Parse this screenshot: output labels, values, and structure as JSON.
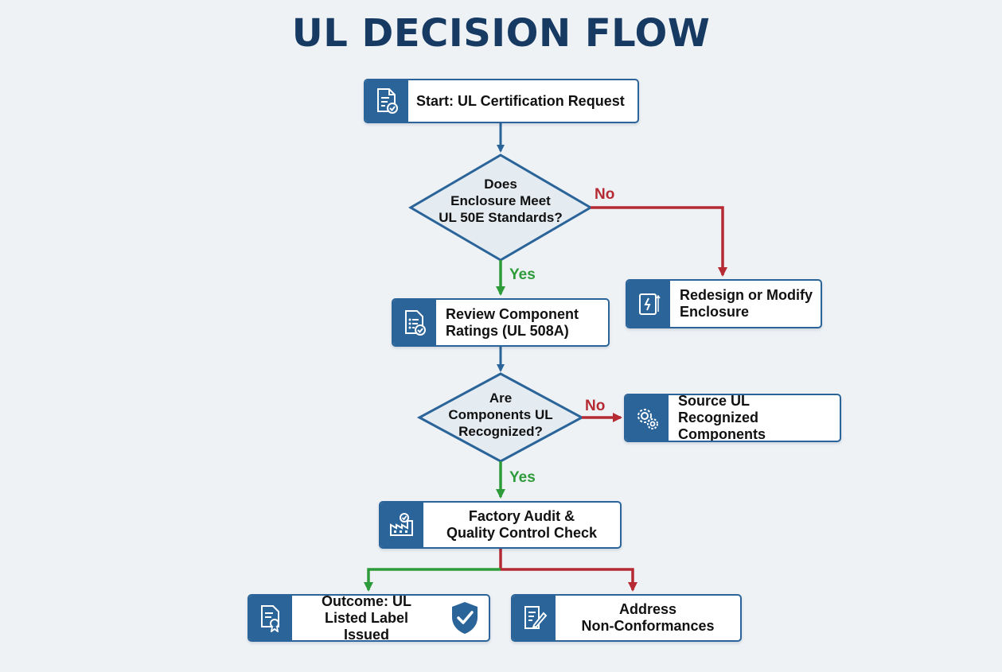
{
  "title": "UL DECISION FLOW",
  "colors": {
    "primary": "#2a6499",
    "title": "#173a63",
    "yes": "#2e9b3a",
    "no": "#b52a33",
    "background": "#eef2f5"
  },
  "nodes": {
    "start": {
      "label": "Start: UL Certification Request",
      "icon": "document-check-icon"
    },
    "review": {
      "label_line1": "Review Component",
      "label_line2": "Ratings (UL 508A)",
      "icon": "checklist-icon"
    },
    "redesign": {
      "label_line1": "Redesign or Modify",
      "label_line2": "Enclosure",
      "icon": "enclosure-panel-icon"
    },
    "source": {
      "label_line1": "Source UL Recognized",
      "label_line2": "Components",
      "icon": "gears-icon"
    },
    "audit": {
      "label_line1": "Factory Audit &",
      "label_line2": "Quality Control Check",
      "icon": "factory-icon"
    },
    "outcome": {
      "label_line1": "Outcome: UL",
      "label_line2": "Listed Label Issued",
      "icon": "certificate-icon",
      "badge_icon": "shield-check-icon"
    },
    "address": {
      "label_line1": "Address",
      "label_line2": "Non-Conformances",
      "icon": "edit-document-icon"
    }
  },
  "decisions": {
    "enclosure": {
      "line1": "Does",
      "line2": "Enclosure Meet",
      "line3": "UL 50E Standards?"
    },
    "components": {
      "line1": "Are",
      "line2": "Components UL",
      "line3": "Recognized?"
    }
  },
  "edge_labels": {
    "enclosure_no": "No",
    "enclosure_yes": "Yes",
    "components_no": "No",
    "components_yes": "Yes"
  }
}
